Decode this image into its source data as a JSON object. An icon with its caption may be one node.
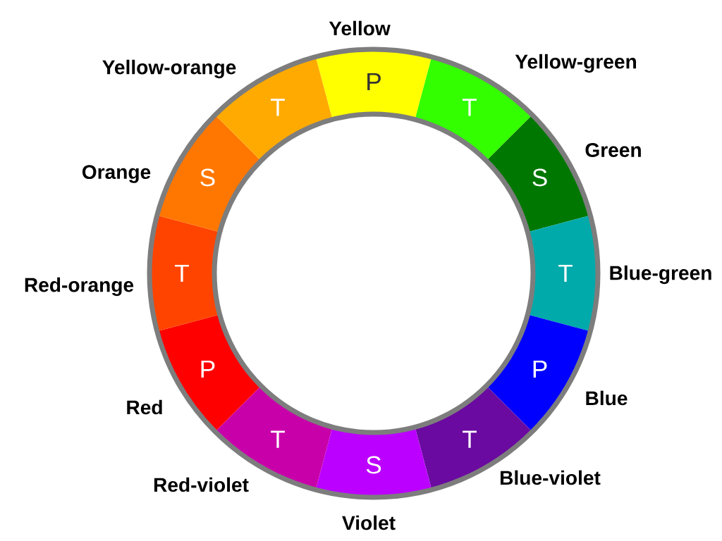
{
  "diagram": {
    "nodes": [
      {
        "text": [
          "P"
        ],
        "beside": [
          "Yellow"
        ]
      },
      {
        "text": [
          "T"
        ],
        "beside": [
          "Yellow-green"
        ]
      },
      {
        "text": [
          "S"
        ],
        "beside": [
          "Green"
        ]
      },
      {
        "text": [
          "T"
        ],
        "beside": [
          "Blue-green"
        ]
      },
      {
        "text": [
          "P"
        ],
        "beside": [
          "Blue"
        ]
      },
      {
        "text": [
          "T"
        ],
        "beside": [
          "Blue-violet"
        ]
      },
      {
        "text": [
          "S"
        ],
        "beside": [
          "Violet"
        ]
      },
      {
        "text": [
          "T"
        ],
        "beside": [
          "Red-violet"
        ]
      },
      {
        "text": [
          "P"
        ],
        "beside": [
          "Red"
        ]
      },
      {
        "text": [
          "T"
        ],
        "beside": [
          "Red-orange"
        ]
      },
      {
        "text": [
          "S"
        ],
        "beside": [
          "Orange"
        ]
      },
      {
        "text": [
          "T"
        ],
        "beside": [
          "Yellow-orange"
        ]
      }
    ]
  }
}
